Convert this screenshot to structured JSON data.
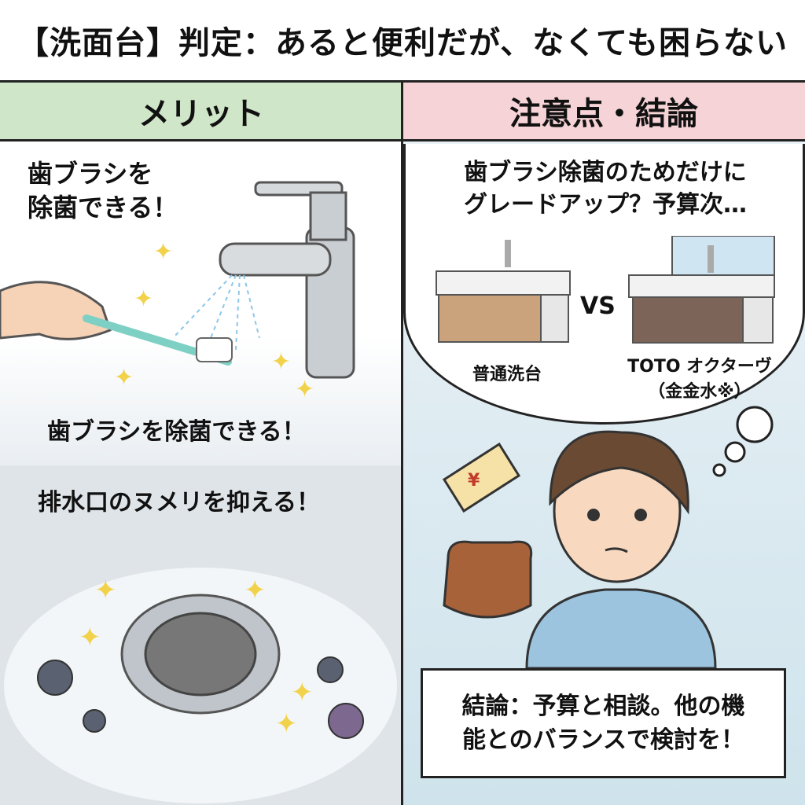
{
  "title": "【洗面台】判定：あると便利だが、なくても困らない",
  "merits": {
    "header": "メリット",
    "toothbrush_callout": "歯ブラシを\n除菌できる！",
    "toothbrush_caption": "歯ブラシを除菌できる！",
    "drain_caption": "排水口のヌメリを抑える！"
  },
  "cautions": {
    "header": "注意点・結論",
    "question_line1": "歯ブラシ除菌のためだけに",
    "question_line2": "グレードアップ？予算次…",
    "vs": "VS",
    "sink_a": "普通洗台",
    "sink_b_line1": "TOTO オクターヴ",
    "sink_b_line2": "（金金水※）",
    "conclusion_line1": "結論：予算と相談。他の機",
    "conclusion_line2": "能とのバランスで検討を！",
    "price_tag_symbol": "¥"
  }
}
